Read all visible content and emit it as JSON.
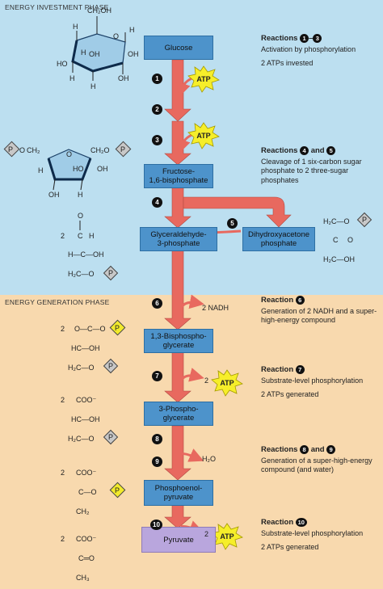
{
  "phases": {
    "investment": "ENERGY INVESTMENT PHASE",
    "generation": "ENERGY GENERATION PHASE"
  },
  "boxes": {
    "glucose": "Glucose",
    "fructose": [
      "Fructose-",
      "1,6-bisphosphate"
    ],
    "g3p": [
      "Glyceraldehyde-",
      "3-phosphate"
    ],
    "dhap": [
      "Dihydroxyacetone",
      "phosphate"
    ],
    "bpg": [
      "1,3-Bisphospho-",
      "glycerate"
    ],
    "pg3": [
      "3-Phospho-",
      "glycerate"
    ],
    "pep": [
      "Phosphoenol-",
      "pyruvate"
    ],
    "pyruvate": "Pyruvate"
  },
  "steps": [
    "1",
    "2",
    "3",
    "4",
    "5",
    "6",
    "7",
    "8",
    "9",
    "10"
  ],
  "products": {
    "nadh": "2 NADH",
    "atp": "ATP",
    "two": "2",
    "water": "H₂O"
  },
  "notes": {
    "r13": {
      "title": "Reactions",
      "n1": "1",
      "dash": "–",
      "n2": "3",
      "lines": [
        "Activation by phosphorylation",
        "2 ATPs invested"
      ]
    },
    "r45": {
      "title": "Reactions",
      "n1": "4",
      "and": "and",
      "n2": "5",
      "lines": [
        "Cleavage of 1 six-carbon sugar phosphate to 2 three-sugar phosphates"
      ]
    },
    "r6": {
      "title": "Reaction",
      "n1": "6",
      "lines": [
        "Generation of 2 NADH and a super-high-energy compound"
      ]
    },
    "r7": {
      "title": "Reaction",
      "n1": "7",
      "lines": [
        "Substrate-level phosphorylation",
        "2 ATPs generated"
      ]
    },
    "r89": {
      "title": "Reactions",
      "n1": "8",
      "and": "and",
      "n2": "9",
      "lines": [
        "Generation of a super-high-energy compound (and water)"
      ]
    },
    "r10": {
      "title": "Reaction",
      "n1": "10",
      "lines": [
        "Substrate-level phosphorylation",
        "2 ATPs generated"
      ]
    }
  },
  "chem": {
    "glucose": {
      "ch2oh": "CH₂OH",
      "h": "H",
      "oh": "OH",
      "ho": "HO",
      "o": "O"
    },
    "fructose": {
      "o": "O",
      "ch2": "CH₂",
      "ch2o": "CH₂O",
      "h": "H",
      "ho": "HO",
      "oh": "OH",
      "p": "P"
    },
    "g3p": {
      "coef": "2",
      "h": "H",
      "o": "O",
      "c": "C",
      "hc": "H—C—OH",
      "h2c": "H₂C—O",
      "p": "P"
    },
    "dhap": {
      "h2c": "H₂C—O",
      "c": "C",
      "o": "O",
      "h2c2": "H₂C—OH",
      "p": "P"
    },
    "bpg": {
      "coef": "2",
      "top": "O—C—O",
      "hc": "HC—OH",
      "h2c": "H₂C—O",
      "p": "P"
    },
    "pg3": {
      "coef": "2",
      "coo": "COO⁻",
      "hc": "HC—OH",
      "h2c": "H₂C—O",
      "p": "P"
    },
    "pep": {
      "coef": "2",
      "coo": "COO⁻",
      "c": "C—O",
      "ch2": "CH₂",
      "p": "P"
    },
    "pyr": {
      "coef": "2",
      "coo": "COO⁻",
      "c": "C═O",
      "ch3": "CH₃"
    }
  },
  "colors": {
    "investment_bg": "#bcdff0",
    "generation_bg": "#f8d9ae",
    "box": "#4d93cb",
    "pyruvate_box": "#b9a6dd",
    "arrow": "#e8695f",
    "atp_burst": "#f6ee2a",
    "phosphate_gray": "#c8c8c8",
    "phosphate_yellow": "#f2ea2c"
  }
}
